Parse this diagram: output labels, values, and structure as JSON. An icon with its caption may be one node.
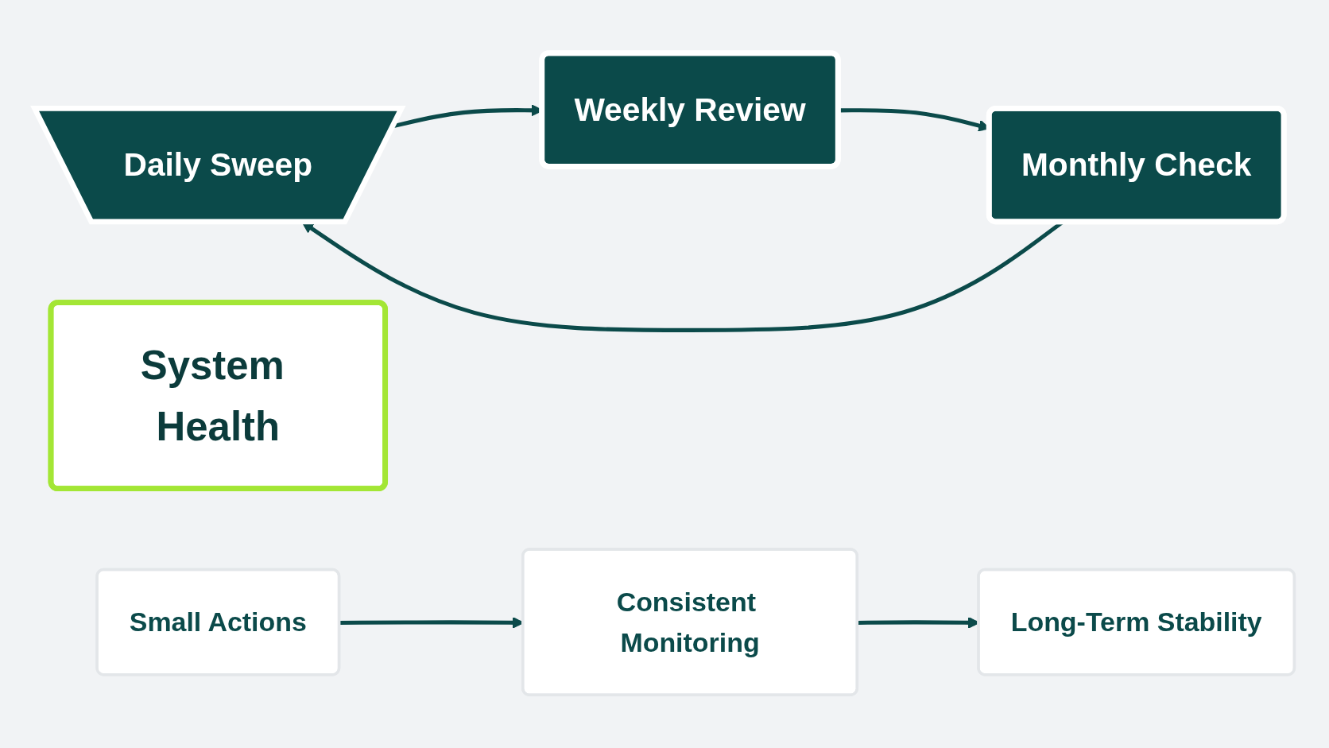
{
  "diagram": {
    "nodes": [
      {
        "text": [
          "Daily Sweep"
        ]
      },
      {
        "text": [
          "Weekly Review"
        ]
      },
      {
        "text": [
          "Monthly Check"
        ]
      },
      {
        "text": [
          "System Health"
        ]
      },
      {
        "text": [
          "Small Actions"
        ]
      },
      {
        "text": [
          "Consistent Monitoring"
        ]
      },
      {
        "text": [
          "Long-Term Stability"
        ]
      }
    ],
    "edges": [
      {
        "from": 0,
        "to": 1,
        "arrow": "to"
      },
      {
        "from": 1,
        "to": 2,
        "arrow": "to"
      },
      {
        "from": 2,
        "to": 0,
        "arrow": "to"
      },
      {
        "from": 4,
        "to": 5,
        "arrow": "to"
      },
      {
        "from": 5,
        "to": 6,
        "arrow": "to"
      }
    ]
  }
}
